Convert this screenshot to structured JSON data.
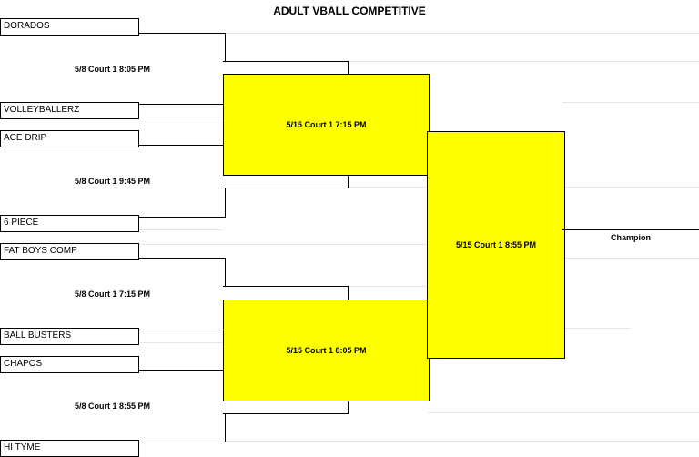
{
  "title": "ADULT VBALL COMPETITIVE",
  "teams": [
    "DORADOS",
    "VOLLEYBALLERZ",
    "ACE DRIP",
    "6 PIECE",
    "FAT BOYS COMP",
    "BALL BUSTERS",
    "CHAPOS",
    "HI TYME"
  ],
  "round1": [
    "5/8 Court 1 8:05 PM",
    "5/8 Court 1 9:45 PM",
    "5/8 Court 1 7:15 PM",
    "5/8 Court 1 8:55 PM"
  ],
  "round2": [
    "5/15 Court 1 7:15 PM",
    "5/15 Court 1 8:05 PM"
  ],
  "final": "5/15 Court 1 8:55 PM",
  "champion_label": "Champion",
  "colors": {
    "highlight": "#ffff00",
    "line": "#000000"
  }
}
